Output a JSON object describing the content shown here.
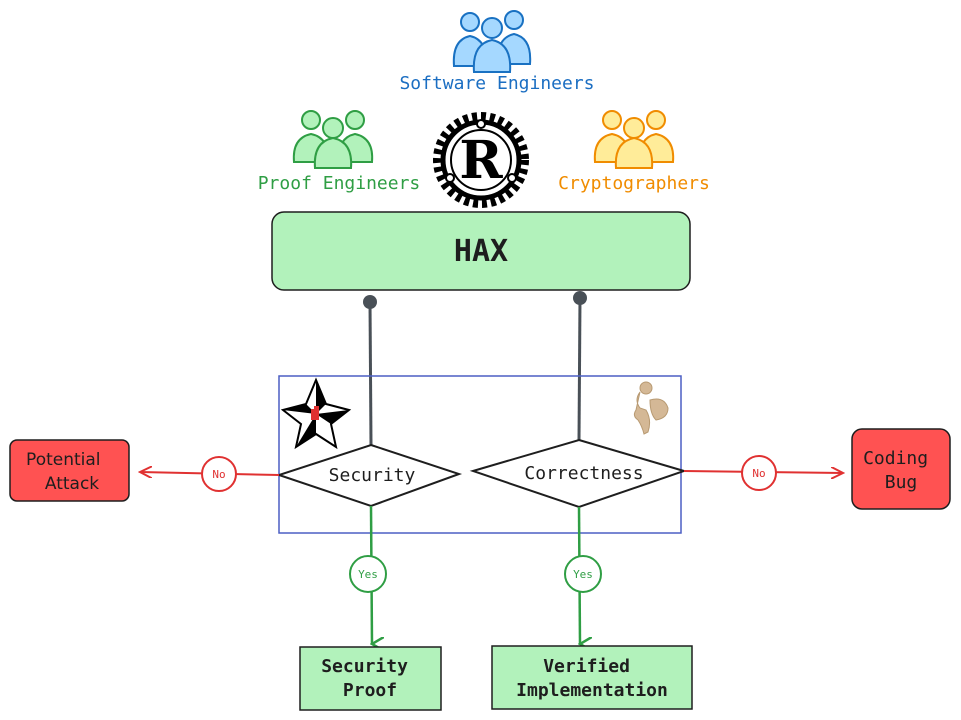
{
  "roles": {
    "software": {
      "label": "Software Engineers",
      "color": "#1b6ec2"
    },
    "proof": {
      "label": "Proof Engineers",
      "color": "#2f9e44"
    },
    "crypto": {
      "label": "Cryptographers",
      "color": "#f08c00"
    }
  },
  "hax": {
    "label": "HAX",
    "fill": "#b2f2bb"
  },
  "decisions": {
    "security": "Security",
    "correctness": "Correctness"
  },
  "branches": {
    "no_left": "No",
    "no_right": "No",
    "yes_left": "Yes",
    "yes_right": "Yes"
  },
  "outcomes": {
    "potential_attack": [
      "Potential",
      "Attack"
    ],
    "coding_bug": [
      "Coding",
      "Bug"
    ],
    "security_proof": [
      "Security",
      "Proof"
    ],
    "verified_impl": [
      "Verified",
      "Implementation"
    ]
  },
  "colors": {
    "red": "#e03131",
    "red_fill": "#ff5252",
    "green": "#2f9e44",
    "green_fill": "#b2f2bb",
    "blue": "#4c5fc4",
    "dark": "#343a40"
  },
  "icons": {
    "software": "people-group-icon",
    "proof": "people-group-icon",
    "crypto": "people-group-icon",
    "rust": "rust-logo-icon",
    "proverif": "proverif-star-logo-icon",
    "coq": "coq-rooster-logo-icon"
  }
}
